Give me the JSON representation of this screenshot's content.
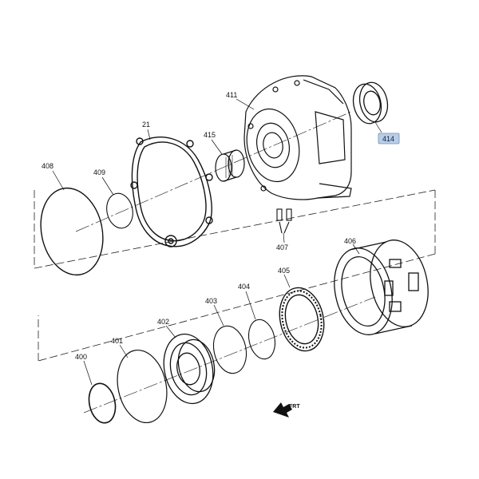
{
  "callouts": {
    "c21": "21",
    "c400": "400",
    "c401": "401",
    "c402": "402",
    "c403": "403",
    "c404": "404",
    "c405": "405",
    "c406": "406",
    "c407": "407",
    "c408": "408",
    "c409": "409",
    "c411": "411",
    "c414": "414",
    "c415": "415"
  },
  "highlighted_callout": "c414",
  "highlight_color": "#b9cde6",
  "direction_arrow": {
    "label": "FRT",
    "icon": "front-direction-arrow-icon"
  }
}
